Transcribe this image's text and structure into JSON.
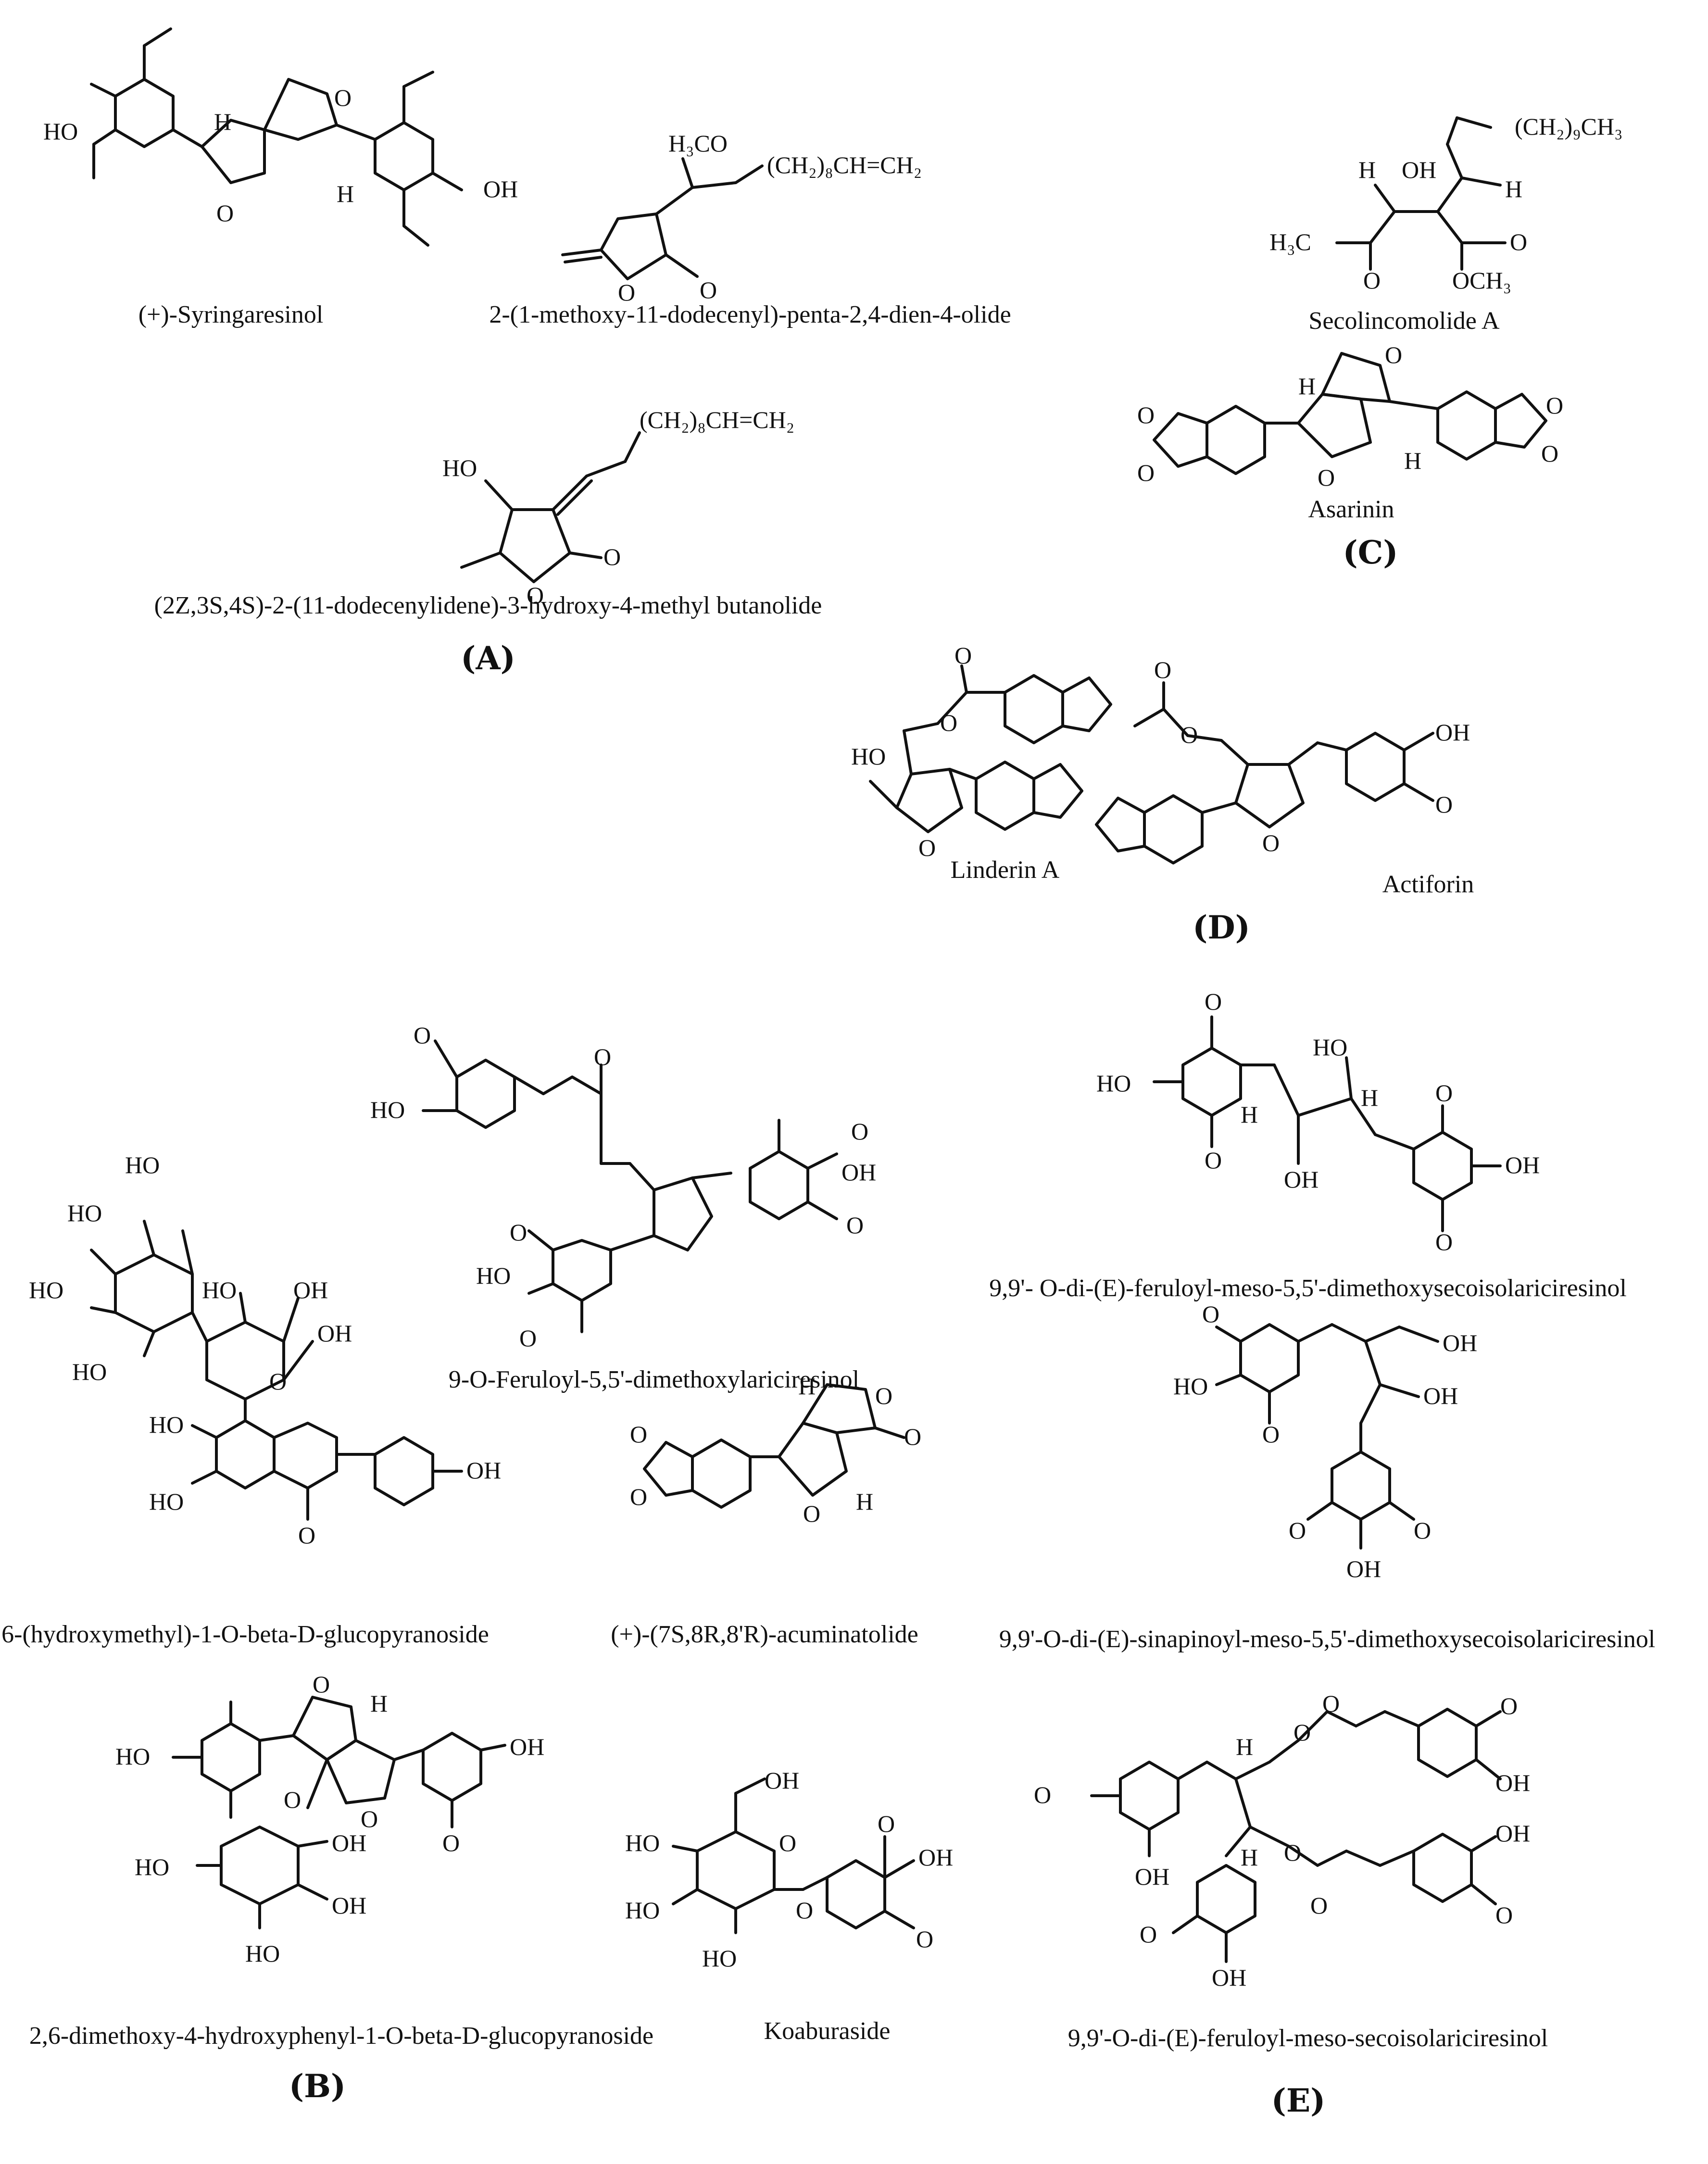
{
  "compounds": {
    "c01": "(+)-Syringaresinol",
    "c02": "2-(1-methoxy-11-dodecenyl)-penta-2,4-dien-4-olide",
    "c03": "Secolincomolide A",
    "c04": "Asarinin",
    "c05": "(2Z,3S,4S)-2-(11-dodecenylidene)-3-hydroxy-4-methyl butanolide",
    "c06": "Linderin A",
    "c07": "Actiforin",
    "c08": "9-O-Feruloyl-5,5'-dimethoxylariciresinol",
    "c09": "9,9'- O-di-(E)-feruloyl-meso-5,5'-dimethoxysecoisolariciresinol",
    "c10": "6-(hydroxymethyl)-1-O-beta-D-glucopyranoside",
    "c11": "(+)-(7S,8R,8'R)-acuminatolide",
    "c12": "9,9'-O-di-(E)-sinapinoyl-meso-5,5'-dimethoxysecoisolariciresinol",
    "c13": "2,6-dimethoxy-4-hydroxyphenyl-1-O-beta-D-glucopyranoside",
    "c14": "Koaburaside",
    "c15": "9,9'-O-di-(E)-feruloyl-meso-secoisolariciresinol"
  },
  "panels": {
    "A": "(A)",
    "B": "(B)",
    "C": "(C)",
    "D": "(D)",
    "E": "(E)"
  },
  "atoms": {
    "ho": "HO",
    "oh": "OH",
    "o": "O",
    "h": "H",
    "h3co": "H₃CO",
    "h3c": "H₃C",
    "och3": "OCH₃",
    "ch28": "(CH₂)₈CH=CH₂",
    "ch29": "(CH₂)₉CH₃"
  }
}
